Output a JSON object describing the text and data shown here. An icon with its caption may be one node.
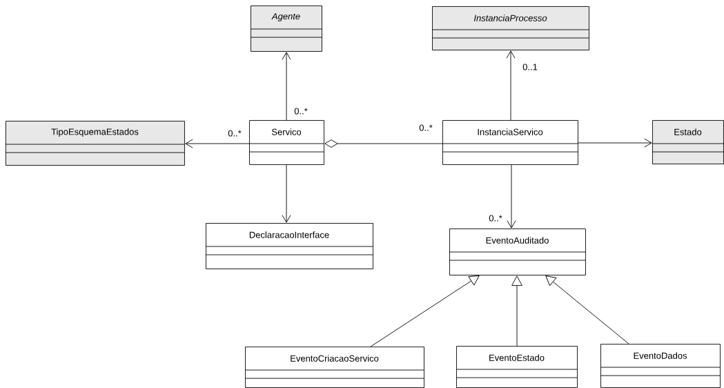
{
  "diagram": {
    "nodes": [
      {
        "text": [
          "Agente"
        ]
      },
      {
        "text": [
          "InstanciaProcesso"
        ]
      },
      {
        "text": [
          "TipoEsquemaEstados"
        ]
      },
      {
        "text": [
          "Servico"
        ]
      },
      {
        "text": [
          "InstanciaServico"
        ]
      },
      {
        "text": [
          "Estado"
        ]
      },
      {
        "text": [
          "DeclaracaoInterface"
        ]
      },
      {
        "text": [
          "EventoAuditado"
        ]
      },
      {
        "text": [
          "EventoCriacaoServico"
        ]
      },
      {
        "text": [
          "EventoEstado"
        ]
      },
      {
        "text": [
          "EventoDados"
        ]
      }
    ],
    "edges": [
      {
        "from": 3,
        "to": 0,
        "arrow": "to",
        "label": "0..*"
      },
      {
        "from": 3,
        "to": 2,
        "arrow": "to",
        "label": "0..*"
      },
      {
        "from": 3,
        "to": 4,
        "arrow": "other",
        "label": "0..*"
      },
      {
        "from": 4,
        "to": 1,
        "arrow": "to",
        "label": "0..1"
      },
      {
        "from": 4,
        "to": 5,
        "arrow": "to"
      },
      {
        "from": 3,
        "to": 6,
        "arrow": "to"
      },
      {
        "from": 4,
        "to": 7,
        "arrow": "to",
        "label": "0..*"
      },
      {
        "from": 8,
        "to": 7,
        "arrow": "to"
      },
      {
        "from": 9,
        "to": 7,
        "arrow": "to"
      },
      {
        "from": 10,
        "to": 7,
        "arrow": "to"
      }
    ]
  }
}
